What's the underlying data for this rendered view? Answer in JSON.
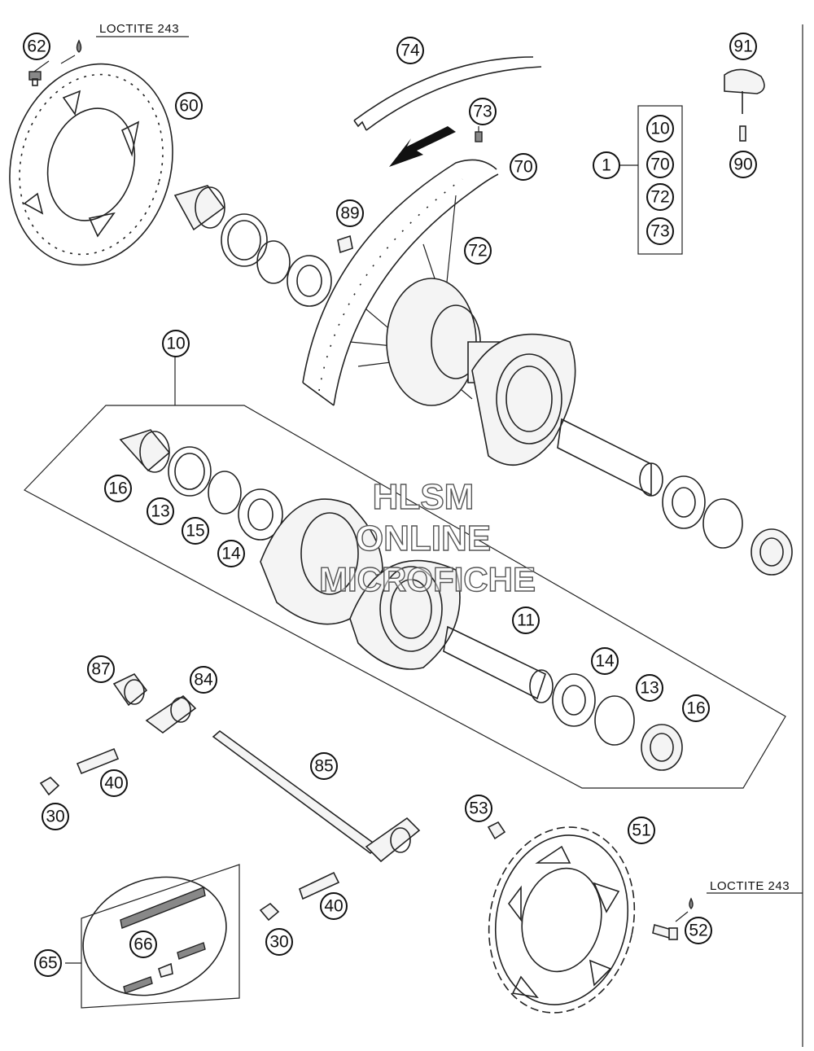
{
  "diagram": {
    "notes": [
      {
        "id": "note-loctite-disc",
        "text": "LOCTITE 243"
      },
      {
        "id": "note-loctite-sprocket",
        "text": "LOCTITE 243"
      }
    ],
    "watermark": [
      "HLSM",
      "ONLINE",
      "MICROFICHE"
    ],
    "callouts": [
      {
        "id": "62",
        "label": "62"
      },
      {
        "id": "60",
        "label": "60"
      },
      {
        "id": "74",
        "label": "74"
      },
      {
        "id": "73a",
        "label": "73"
      },
      {
        "id": "70a",
        "label": "70"
      },
      {
        "id": "72a",
        "label": "72"
      },
      {
        "id": "89",
        "label": "89"
      },
      {
        "id": "91",
        "label": "91"
      },
      {
        "id": "90",
        "label": "90"
      },
      {
        "id": "1",
        "label": "1"
      },
      {
        "id": "10b",
        "label": "10"
      },
      {
        "id": "70b",
        "label": "70"
      },
      {
        "id": "72b",
        "label": "72"
      },
      {
        "id": "73b",
        "label": "73"
      },
      {
        "id": "10",
        "label": "10"
      },
      {
        "id": "16a",
        "label": "16"
      },
      {
        "id": "13a",
        "label": "13"
      },
      {
        "id": "15",
        "label": "15"
      },
      {
        "id": "14a",
        "label": "14"
      },
      {
        "id": "11",
        "label": "11"
      },
      {
        "id": "14b",
        "label": "14"
      },
      {
        "id": "13b",
        "label": "13"
      },
      {
        "id": "16b",
        "label": "16"
      },
      {
        "id": "87",
        "label": "87"
      },
      {
        "id": "84",
        "label": "84"
      },
      {
        "id": "85",
        "label": "85"
      },
      {
        "id": "40a",
        "label": "40"
      },
      {
        "id": "30a",
        "label": "30"
      },
      {
        "id": "53",
        "label": "53"
      },
      {
        "id": "51",
        "label": "51"
      },
      {
        "id": "52",
        "label": "52"
      },
      {
        "id": "40b",
        "label": "40"
      },
      {
        "id": "30b",
        "label": "30"
      },
      {
        "id": "66",
        "label": "66"
      },
      {
        "id": "65",
        "label": "65"
      }
    ]
  }
}
